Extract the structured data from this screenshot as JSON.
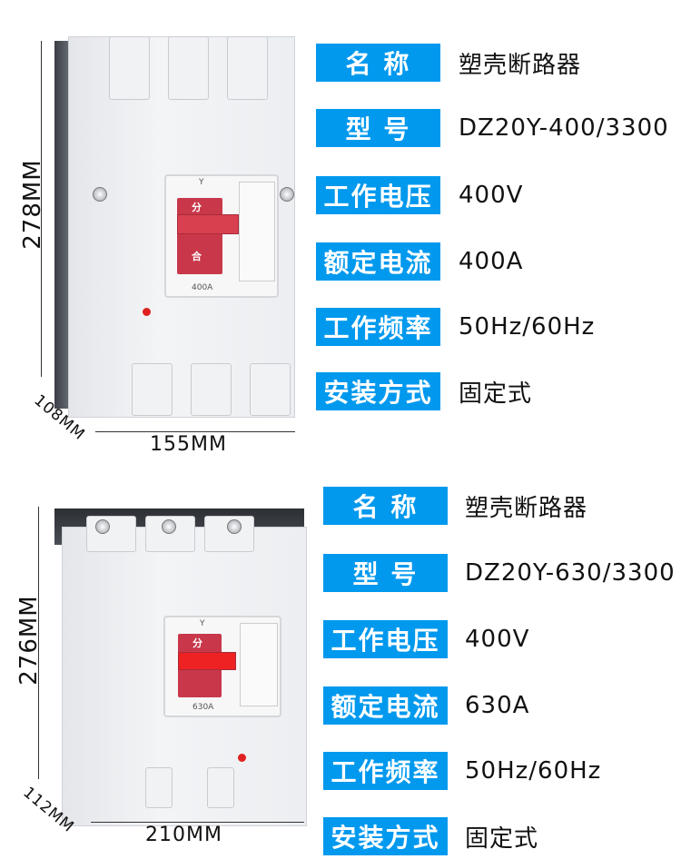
{
  "product1": {
    "dims": {
      "height": "278MM",
      "width": "155MM",
      "depth": "108MM"
    },
    "switch": {
      "top_mark": "Y",
      "off_label": "分",
      "on_label": "合",
      "rating": "400A"
    },
    "specs": [
      {
        "label": "名 称",
        "value": "塑壳断路器"
      },
      {
        "label": "型 号",
        "value": "DZ20Y-400/3300"
      },
      {
        "label": "工作电压",
        "value": "400V"
      },
      {
        "label": "额定电流",
        "value": "400A"
      },
      {
        "label": "工作频率",
        "value": "50Hz/60Hz"
      },
      {
        "label": "安装方式",
        "value": "固定式"
      }
    ]
  },
  "product2": {
    "dims": {
      "height": "276MM",
      "width": "210MM",
      "depth": "112MM"
    },
    "switch": {
      "top_mark": "Y",
      "off_label": "分",
      "rating": "630A"
    },
    "specs": [
      {
        "label": "名 称",
        "value": "塑壳断路器"
      },
      {
        "label": "型 号",
        "value": "DZ20Y-630/3300"
      },
      {
        "label": "工作电压",
        "value": "400V"
      },
      {
        "label": "额定电流",
        "value": "630A"
      },
      {
        "label": "工作频率",
        "value": "50Hz/60Hz"
      },
      {
        "label": "安装方式",
        "value": "固定式"
      }
    ]
  },
  "colors": {
    "label_bg": "#0099ee",
    "handle": "#d9404f",
    "led": "#e02020"
  }
}
